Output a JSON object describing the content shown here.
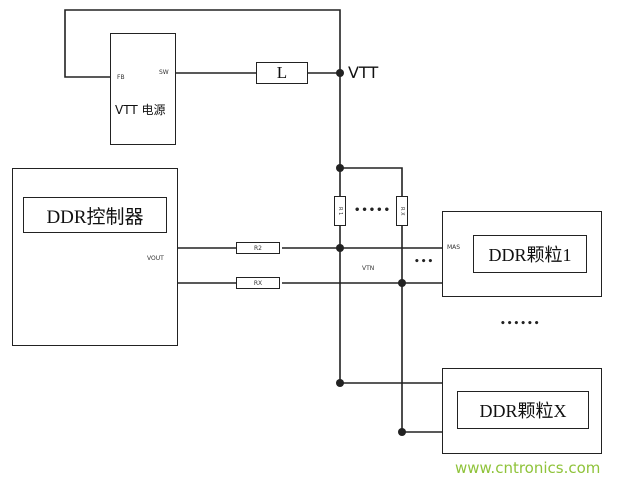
{
  "vtt_supply": {
    "label": "VTT 电源",
    "pin_in": "FB",
    "pin_sw": "SW"
  },
  "inductor": {
    "label": "L"
  },
  "rail": {
    "label": "VTT"
  },
  "controller": {
    "label": "DDR控制器",
    "pin_vout": "VOUT"
  },
  "resistors": {
    "series_top": "R2",
    "series_bottom": "RX",
    "pullup_left": "R 1",
    "pullup_right": "R X"
  },
  "bus": {
    "vtt_label": "VTN"
  },
  "chip_1": {
    "label": "DDR颗粒1",
    "pin": "MAS"
  },
  "chip_x": {
    "label": "DDR颗粒X"
  },
  "ellipsis": {
    "between_resistors": "•••••",
    "between_lines": "•••",
    "between_chips": "••••••"
  },
  "watermark": "www.cntronics.com"
}
